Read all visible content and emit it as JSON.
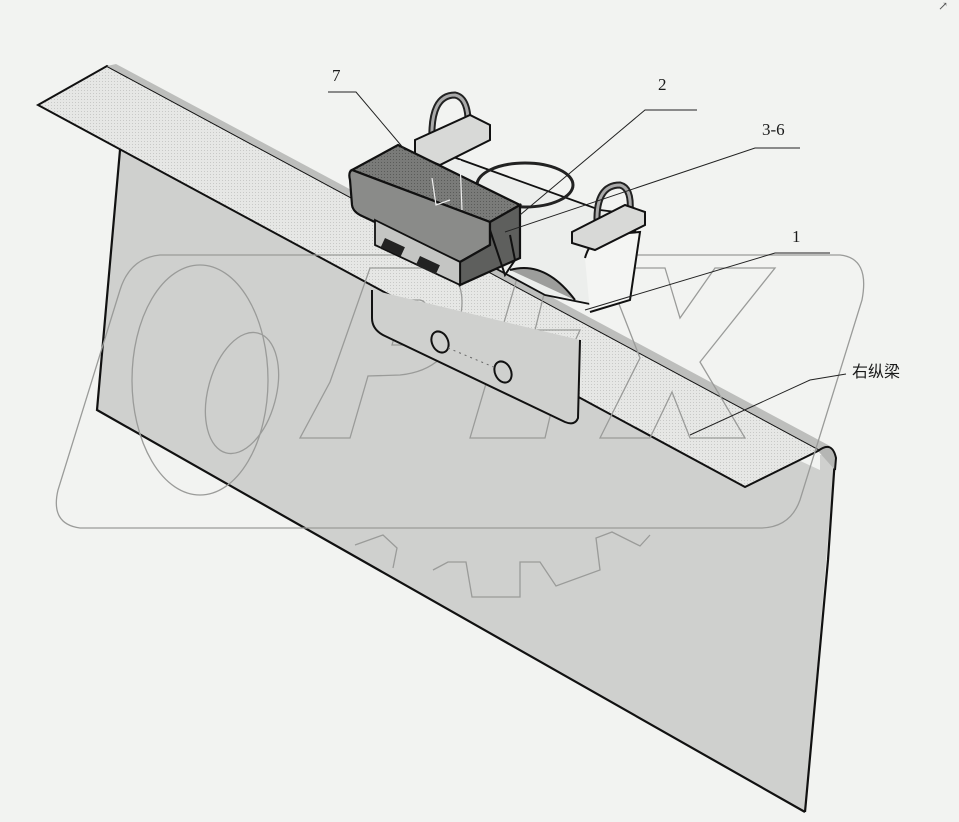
{
  "diagram": {
    "title": "",
    "subject": "Component mounted on right longitudinal frame rail",
    "watermark": {
      "text": "OPEX",
      "style": "outlined italic letters over gear silhouette"
    },
    "colors": {
      "background": "#f2f3f1",
      "web_face": "#cfd0ce",
      "flange_face": "#e2e3e1",
      "module_dark": "#6f706e",
      "module_mid": "#8a8b89",
      "outline": "#111111",
      "watermark_stroke": "#9a9b99",
      "leader_line": "#222222"
    },
    "callouts": [
      {
        "id": "7",
        "label": "7",
        "part": "electronic module / box"
      },
      {
        "id": "2",
        "label": "2",
        "part": "mounting clamp"
      },
      {
        "id": "3-6",
        "label": "3-6",
        "part": "fasteners"
      },
      {
        "id": "1",
        "label": "1",
        "part": "bracket"
      },
      {
        "id": "frame",
        "label": "右纵梁",
        "part": "right longitudinal frame rail"
      }
    ],
    "corner_mark": "↗"
  }
}
